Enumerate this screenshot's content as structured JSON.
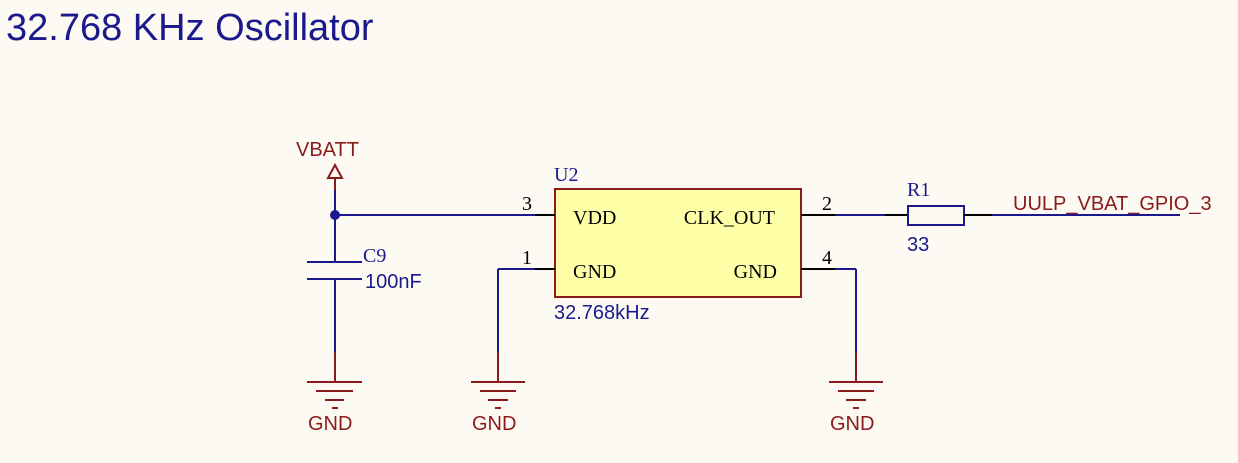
{
  "title": "32.768 KHz Oscillator",
  "colors": {
    "background": "#fdfaf3",
    "wire": "#1a1a8c",
    "power_ground": "#8b1a1a",
    "ic_fill": "#ffffa8",
    "ic_border": "#8b1a1a"
  },
  "power": {
    "vbatt_label": "VBATT",
    "gnd_label": "GND"
  },
  "capacitor": {
    "designator": "C9",
    "value": "100nF"
  },
  "ic": {
    "designator": "U2",
    "value": "32.768kHz",
    "pins": [
      {
        "number": "3",
        "name": "VDD"
      },
      {
        "number": "1",
        "name": "GND"
      },
      {
        "number": "2",
        "name": "CLK_OUT"
      },
      {
        "number": "4",
        "name": "GND"
      }
    ]
  },
  "resistor": {
    "designator": "R1",
    "value": "33"
  },
  "net_label": "UULP_VBAT_GPIO_3"
}
